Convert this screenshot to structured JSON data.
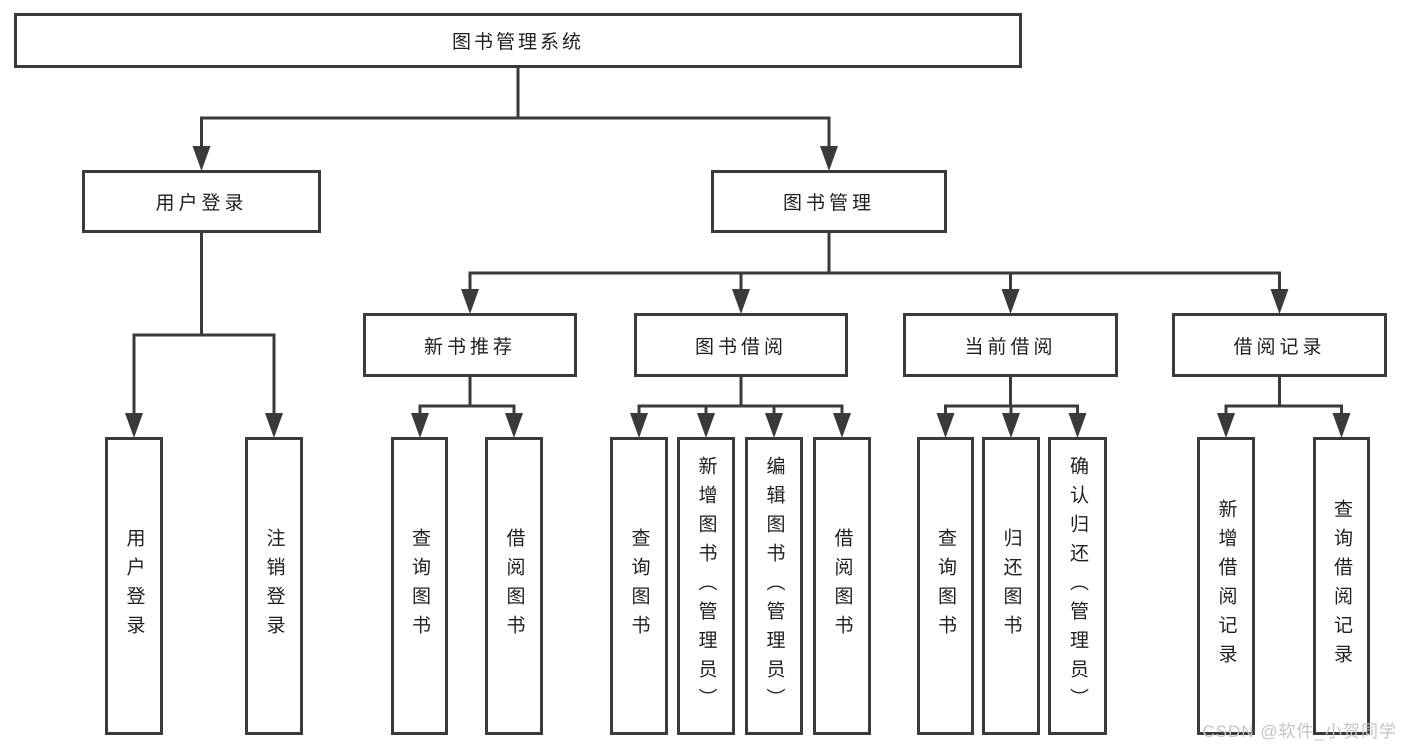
{
  "root": {
    "label": "图书管理系统"
  },
  "user_login": {
    "label": "用户登录",
    "children": [
      "用户登录",
      "注销登录"
    ]
  },
  "book_mgmt": {
    "label": "图书管理"
  },
  "modules": {
    "new_book_recommend": {
      "label": "新书推荐",
      "children": [
        "查询图书",
        "借阅图书"
      ]
    },
    "book_borrow": {
      "label": "图书借阅",
      "children": [
        "查询图书",
        "新增图书（管理员）",
        "编辑图书（管理员）",
        "借阅图书"
      ]
    },
    "current_borrow": {
      "label": "当前借阅",
      "children": [
        "查询图书",
        "归还图书",
        "确认归还（管理员）"
      ]
    },
    "borrow_record": {
      "label": "借阅记录",
      "children": [
        "新增借阅记录",
        "查询借阅记录"
      ]
    }
  },
  "watermark": "CSDN @软件_小贺同学",
  "colors": {
    "line": "#3a3a3a",
    "text": "#1f1f1f",
    "watermark": "#c4c4c4",
    "background": "#ffffff"
  }
}
